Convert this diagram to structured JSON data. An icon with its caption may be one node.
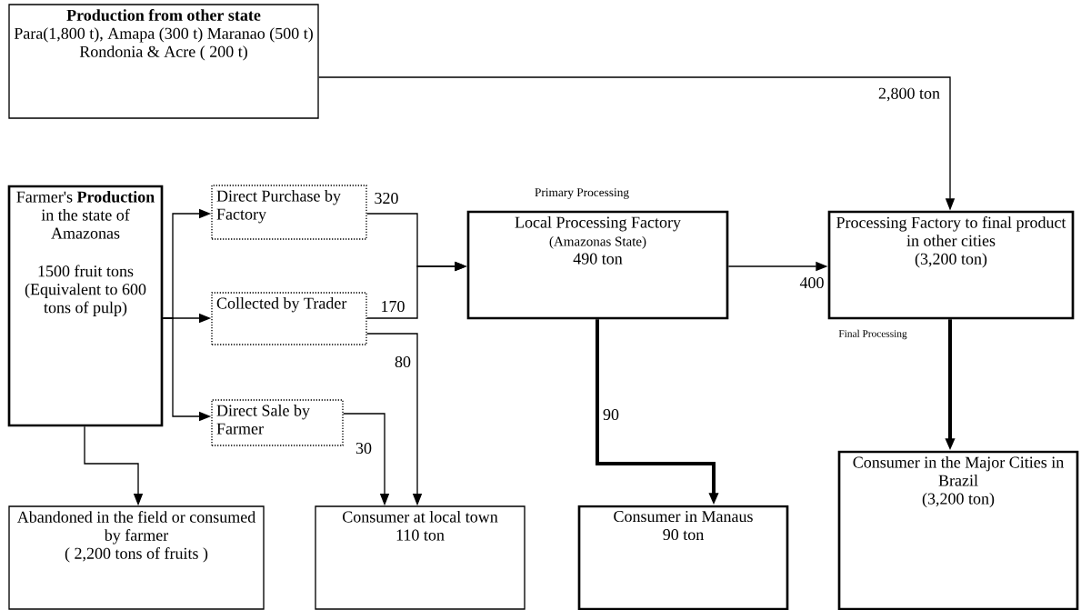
{
  "diagram": {
    "nodes": [
      {
        "text": [
          "Production from other state",
          "Para(1,800 t), Amapa (300 t) Maranao (500 t) Rondonia & Acre ( 200 t)"
        ]
      },
      {
        "text": [
          "Farmer's **Production** in the state of Amazonas",
          "1500 fruit tons (Equivalent to 600 tons of pulp)"
        ]
      },
      {
        "text": [
          "Direct Purchase by Factory"
        ]
      },
      {
        "text": [
          "Collected by Trader"
        ]
      },
      {
        "text": [
          "Direct Sale by Farmer"
        ]
      },
      {
        "text": [
          "Local Processing Factory",
          "(Amazonas State)",
          "490 ton"
        ],
        "beside": [
          "Primary Processing"
        ]
      },
      {
        "text": [
          "Processing Factory to final product in other cities",
          "(3,200 ton)"
        ],
        "beside": [
          "Final Processing"
        ]
      },
      {
        "text": [
          "Abandoned in the field or consumed by farmer",
          "( 2,200 tons of fruits )"
        ]
      },
      {
        "text": [
          "Consumer at local town",
          "110 ton"
        ]
      },
      {
        "text": [
          "Consumer in Manaus",
          "90 ton"
        ]
      },
      {
        "text": [
          "Consumer in the Major Cities in Brazil",
          "(3,200 ton)"
        ]
      }
    ],
    "edges": [
      {
        "from": 0,
        "to": 6,
        "arrow": "to",
        "label": "2,800 ton"
      },
      {
        "from": 1,
        "to": 2,
        "arrow": "to"
      },
      {
        "from": 1,
        "to": 3,
        "arrow": "to"
      },
      {
        "from": 1,
        "to": 4,
        "arrow": "to"
      },
      {
        "from": 1,
        "to": 7,
        "arrow": "to"
      },
      {
        "from": 2,
        "to": 5,
        "arrow": "to",
        "label": "320"
      },
      {
        "from": 3,
        "to": 5,
        "arrow": "to",
        "label": "170"
      },
      {
        "from": 3,
        "to": 8,
        "arrow": "to",
        "label": "80"
      },
      {
        "from": 4,
        "to": 8,
        "arrow": "to",
        "label": "30"
      },
      {
        "from": 5,
        "to": 6,
        "arrow": "to",
        "label": "400"
      },
      {
        "from": 5,
        "to": 9,
        "arrow": "to",
        "label": "90",
        "style": "thick"
      },
      {
        "from": 6,
        "to": 10,
        "arrow": "to",
        "style": "thick"
      }
    ]
  }
}
